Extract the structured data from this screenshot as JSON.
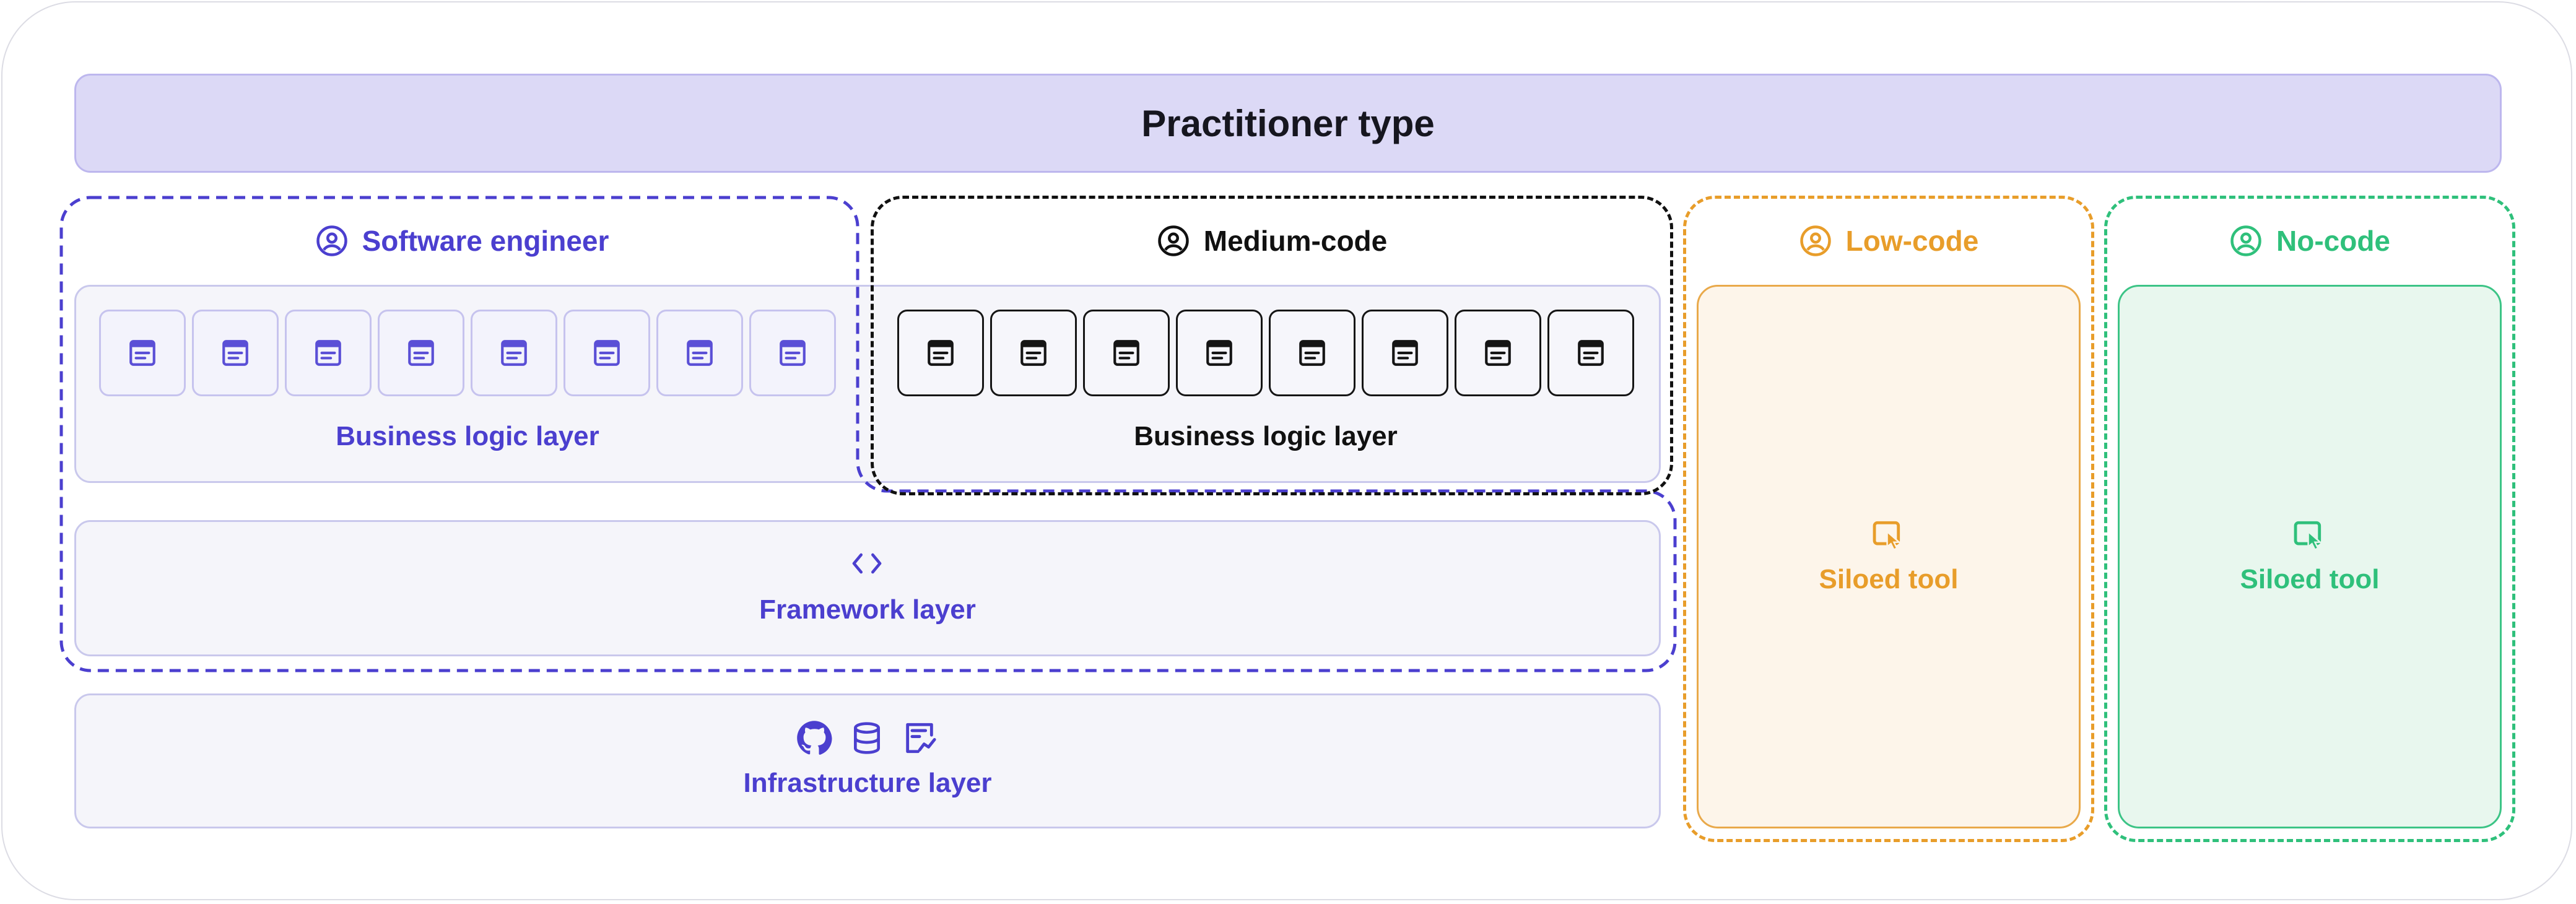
{
  "header": {
    "title": "Practitioner type"
  },
  "personas": {
    "software_engineer": {
      "label": "Software engineer",
      "color": "#4b3fcf"
    },
    "medium_code": {
      "label": "Medium-code",
      "color": "#111111"
    },
    "low_code": {
      "label": "Low-code",
      "color": "#e89d2a"
    },
    "no_code": {
      "label": "No-code",
      "color": "#2fc07b"
    }
  },
  "layers": {
    "business_logic_se": {
      "label": "Business logic layer"
    },
    "business_logic_mc": {
      "label": "Business logic layer"
    },
    "framework": {
      "label": "Framework layer",
      "icon": "code-brackets-icon"
    },
    "infrastructure": {
      "label": "Infrastructure layer",
      "icons": [
        "github-icon",
        "database-icon",
        "chart-document-icon"
      ]
    }
  },
  "tools": {
    "low_code": {
      "label": "Siloed tool",
      "icon": "pointer-click-icon",
      "fill": "#fdf5ea",
      "border": "#e9a94a"
    },
    "no_code": {
      "label": "Siloed tool",
      "icon": "pointer-click-icon",
      "fill": "#e8f7ee",
      "border": "#3cc486"
    }
  },
  "tiles": {
    "count_per_group": 8,
    "icon": "window-icon"
  }
}
